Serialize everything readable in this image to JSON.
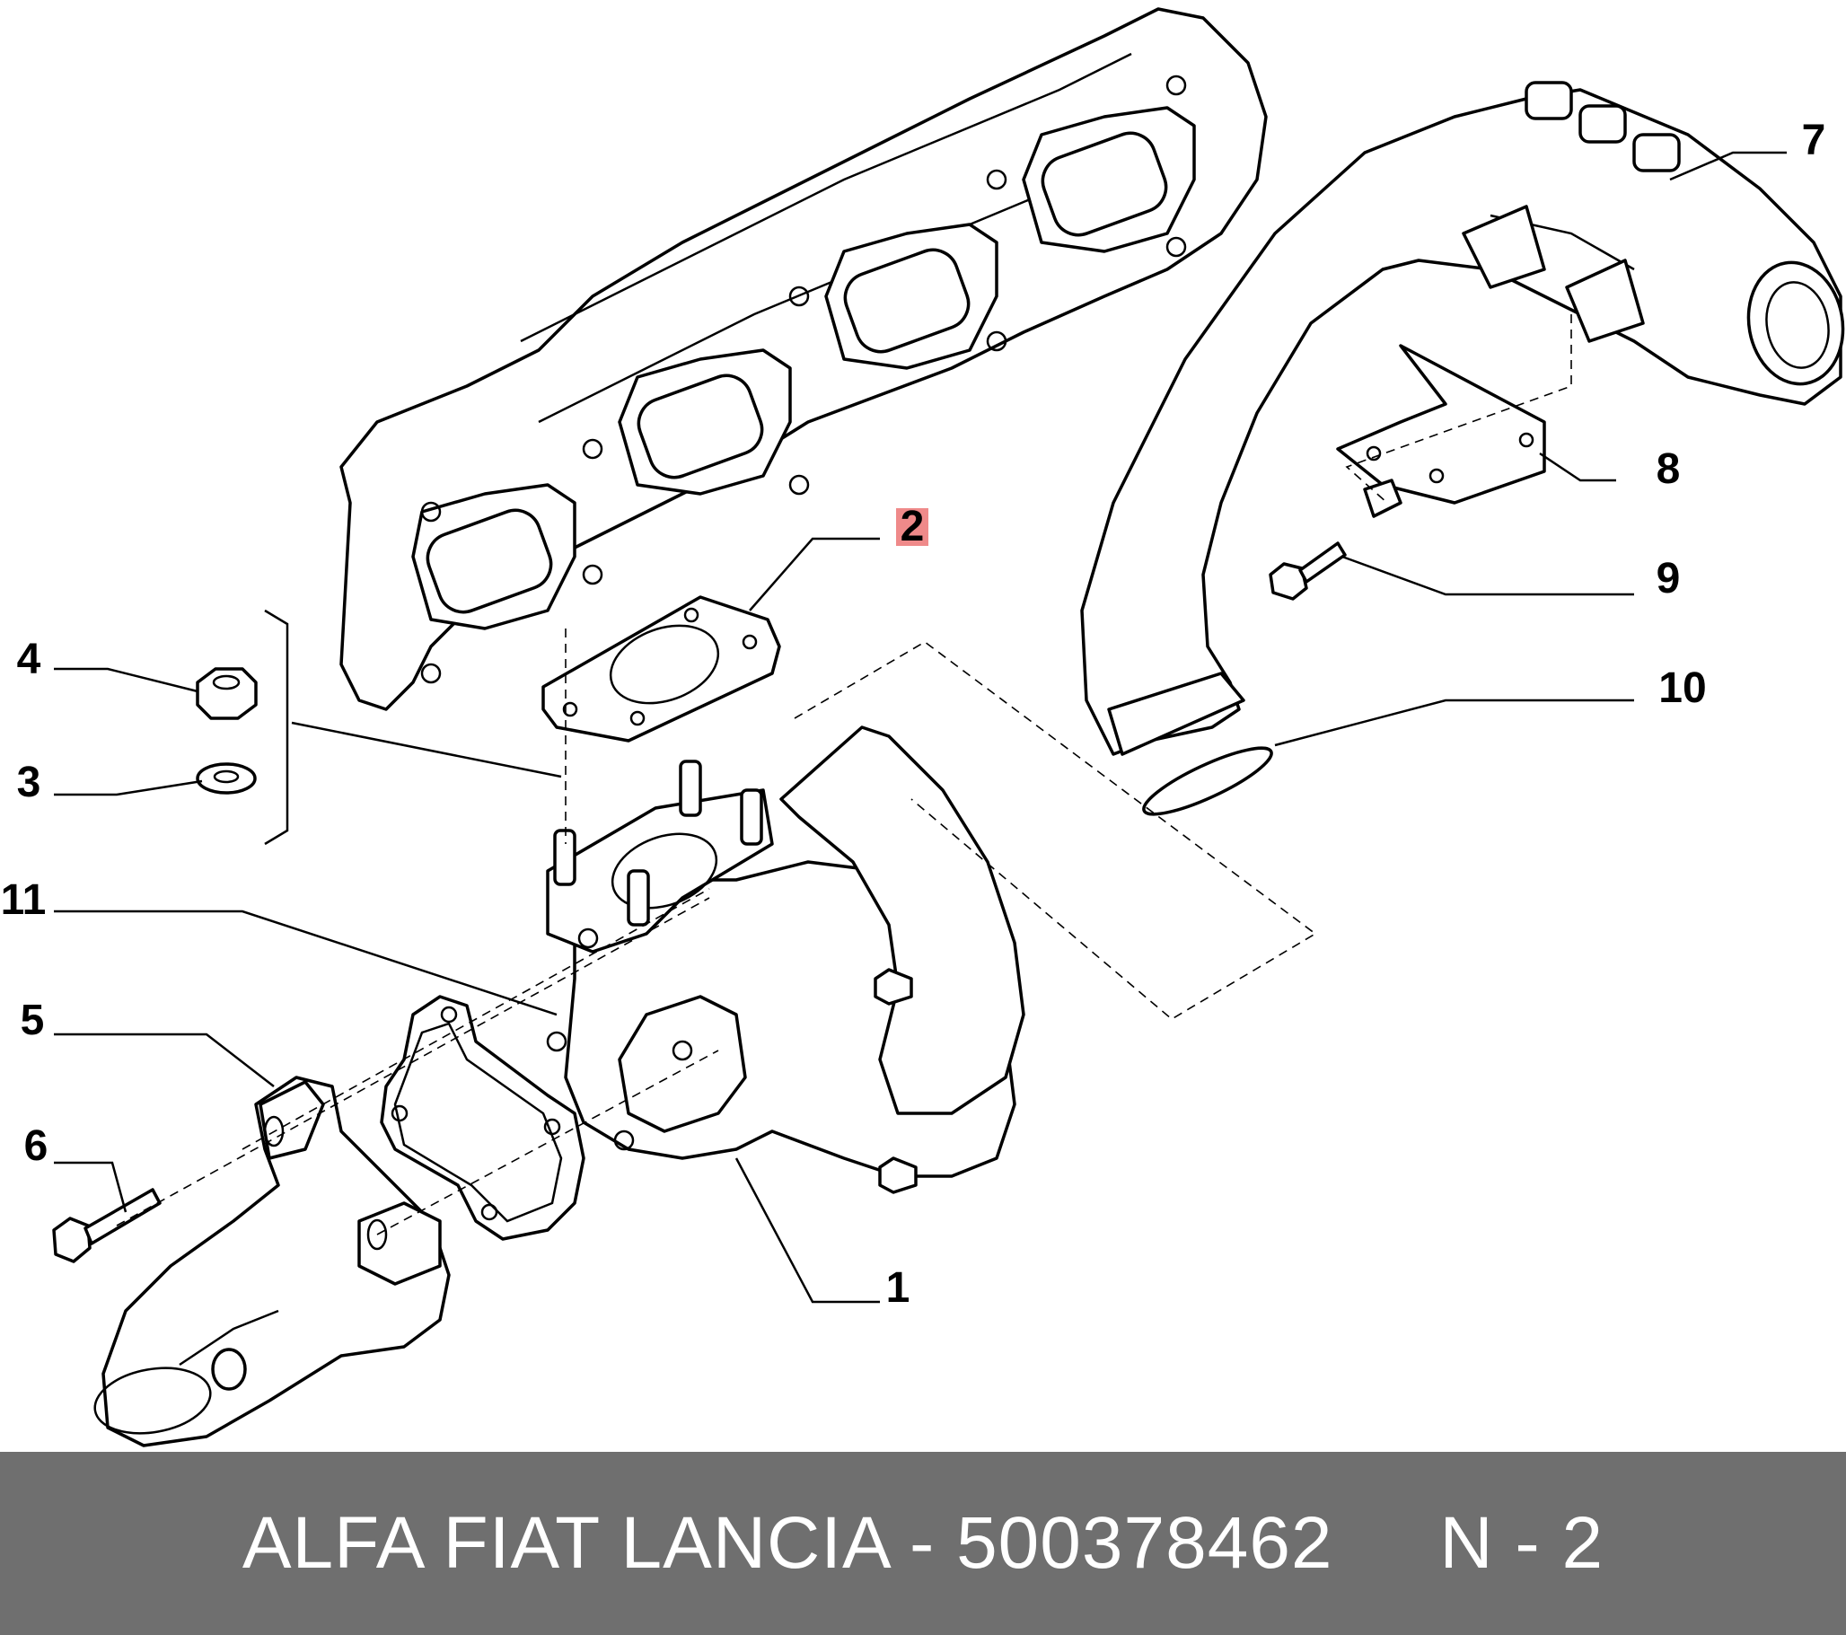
{
  "diagram": {
    "highlight_color": "#ef8a8a",
    "footer_color": "#6f6f6f",
    "callouts": [
      {
        "id": "1",
        "label": "1"
      },
      {
        "id": "2",
        "label": "2",
        "highlighted": true
      },
      {
        "id": "3",
        "label": "3"
      },
      {
        "id": "4",
        "label": "4"
      },
      {
        "id": "5",
        "label": "5"
      },
      {
        "id": "6",
        "label": "6"
      },
      {
        "id": "7",
        "label": "7"
      },
      {
        "id": "8",
        "label": "8"
      },
      {
        "id": "9",
        "label": "9"
      },
      {
        "id": "10",
        "label": "10"
      },
      {
        "id": "11",
        "label": "11"
      }
    ]
  },
  "footer": {
    "text": "ALFA FIAT LANCIA - 500378462     N - 2"
  }
}
